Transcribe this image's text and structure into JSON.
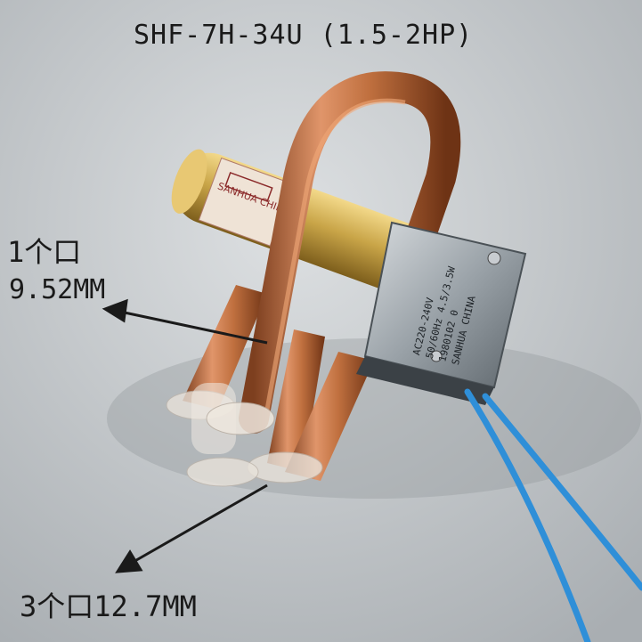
{
  "title": "SHF-7H-34U  (1.5-2HP)",
  "label_one_port": {
    "count": "1个口",
    "size": "9.52MM"
  },
  "label_three_port": "3个口12.7MM",
  "solenoid_text": [
    "AC220-240V",
    "50/60Hz 4.5/3.5W",
    "1980102 0",
    "SANHUA CHINA"
  ],
  "body_sticker_text": "SANHUA CHINA",
  "colors": {
    "background": "#c9cdd0",
    "copper": "#c0703f",
    "brass": "#c9a548",
    "wire": "#2f8fd8",
    "solenoid": "#9aa2a8"
  }
}
